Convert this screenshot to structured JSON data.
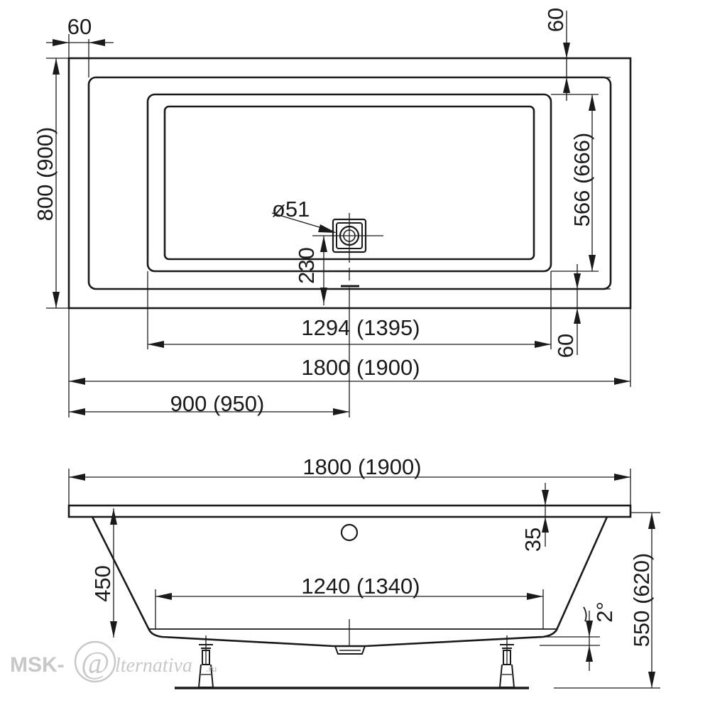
{
  "top_view": {
    "dim_rim_left": "60",
    "dim_rim_top": "60",
    "dim_width": "800 (900)",
    "dim_inner_width": "566 (666)",
    "dim_drain_diameter": "ø51",
    "dim_drain_offset": "230",
    "dim_bottom_length": "1294 (1395)",
    "dim_rim_bottom": "60",
    "dim_total_length": "1800 (1900)",
    "dim_half_length": "900 (950)"
  },
  "side_view": {
    "dim_total_length": "1800 (1900)",
    "dim_rim_thickness": "35",
    "dim_depth": "450",
    "dim_bottom_length": "1240 (1340)",
    "dim_slope": "2°",
    "dim_total_height": "550 (620)"
  },
  "watermark": {
    "prefix": "MSK-",
    "symbol": "@",
    "suffix": "lternativa",
    "tld": ".ru"
  }
}
